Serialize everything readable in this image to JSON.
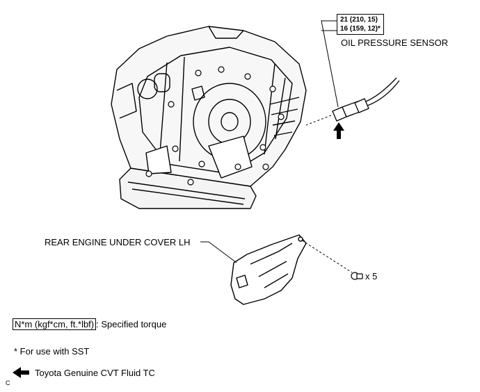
{
  "torque": {
    "line1": "21 (210, 15)",
    "line2": "16 (159, 12)*"
  },
  "labels": {
    "oil_pressure_sensor": "OIL PRESSURE SENSOR",
    "rear_cover": "REAR ENGINE UNDER COVER LH",
    "bolt_count": "x 5"
  },
  "legend": {
    "torque_unit": "N*m (kgf*cm, ft.*lbf)",
    "torque_text": ": Specified torque",
    "sst_note": "* For use with SST",
    "fluid_text": "Toyota Genuine CVT Fluid TC"
  },
  "corner_mark": "C",
  "icons": [
    "up-arrow-icon",
    "left-arrow-icon",
    "bolt-icon"
  ]
}
